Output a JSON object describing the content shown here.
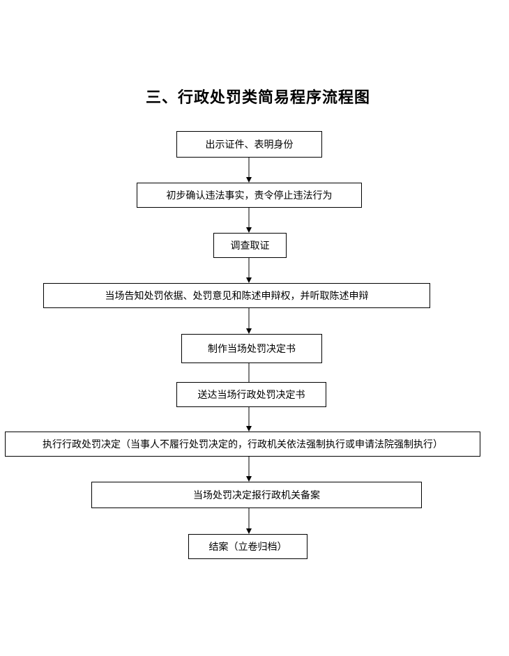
{
  "title": "三、行政处罚类简易程序流程图",
  "steps": [
    "出示证件、表明身份",
    "初步确认违法事实，责令停止违法行为",
    "调查取证",
    "当场告知处罚依据、处罚意见和陈述申辩权，并听取陈述申辩",
    "制作当场处罚决定书",
    "送达当场行政处罚决定书",
    "执行行政处罚决定（当事人不履行处罚决定的，行政机关依法强制执行或申请法院强制执行）",
    "当场处罚决定报行政机关备案",
    "结案（立卷归档）"
  ]
}
